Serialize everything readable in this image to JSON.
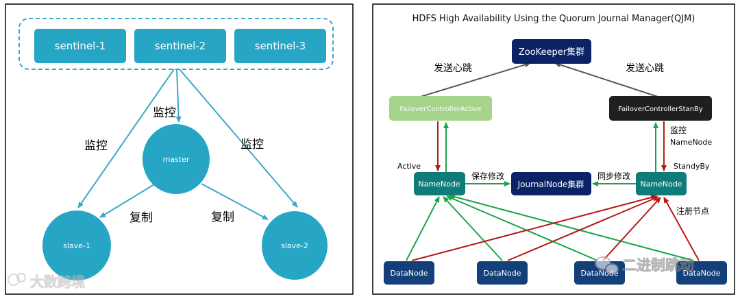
{
  "left_diagram": {
    "sentinels": [
      "sentinel-1",
      "sentinel-2",
      "sentinel-3"
    ],
    "master": "master",
    "slaves": [
      "slave-1",
      "slave-2"
    ],
    "edge_labels": {
      "monitor_center": "监控",
      "monitor_left": "监控",
      "monitor_right": "监控",
      "replicate_left": "复制",
      "replicate_right": "复制"
    },
    "watermark": "大数跨境"
  },
  "right_diagram": {
    "title": "HDFS High Availability Using the Quorum Journal Manager(QJM)",
    "zookeeper": "ZooKeeper集群",
    "fc_active": "FailoverControllerActive",
    "fc_standby": "FailoverControllerStanBy",
    "heartbeat_left": "发送心跳",
    "heartbeat_right": "发送心跳",
    "monitor_label": [
      "监控",
      "NameNode"
    ],
    "active_label": "Active",
    "standby_label": "StandyBy",
    "namenode_active": "NameNode",
    "namenode_standby": "NameNode",
    "journalnode": "JournalNode集群",
    "save_label": "保存修改",
    "sync_label": "同步修改",
    "register_label": "注册节点",
    "datanodes": [
      "DataNode",
      "DataNode",
      "DataNode",
      "DataNode"
    ],
    "watermark": "二进制跳动"
  },
  "colors": {
    "teal_node": "#27a5c5",
    "arrow_teal": "#3aa8c4",
    "navy": "#0b2366",
    "namenode": "#0f7c79",
    "green": "#1aa34a",
    "red": "#b81818",
    "fc_active_fill": "#a6d48b",
    "fc_standby_fill": "#1f1f1f"
  }
}
